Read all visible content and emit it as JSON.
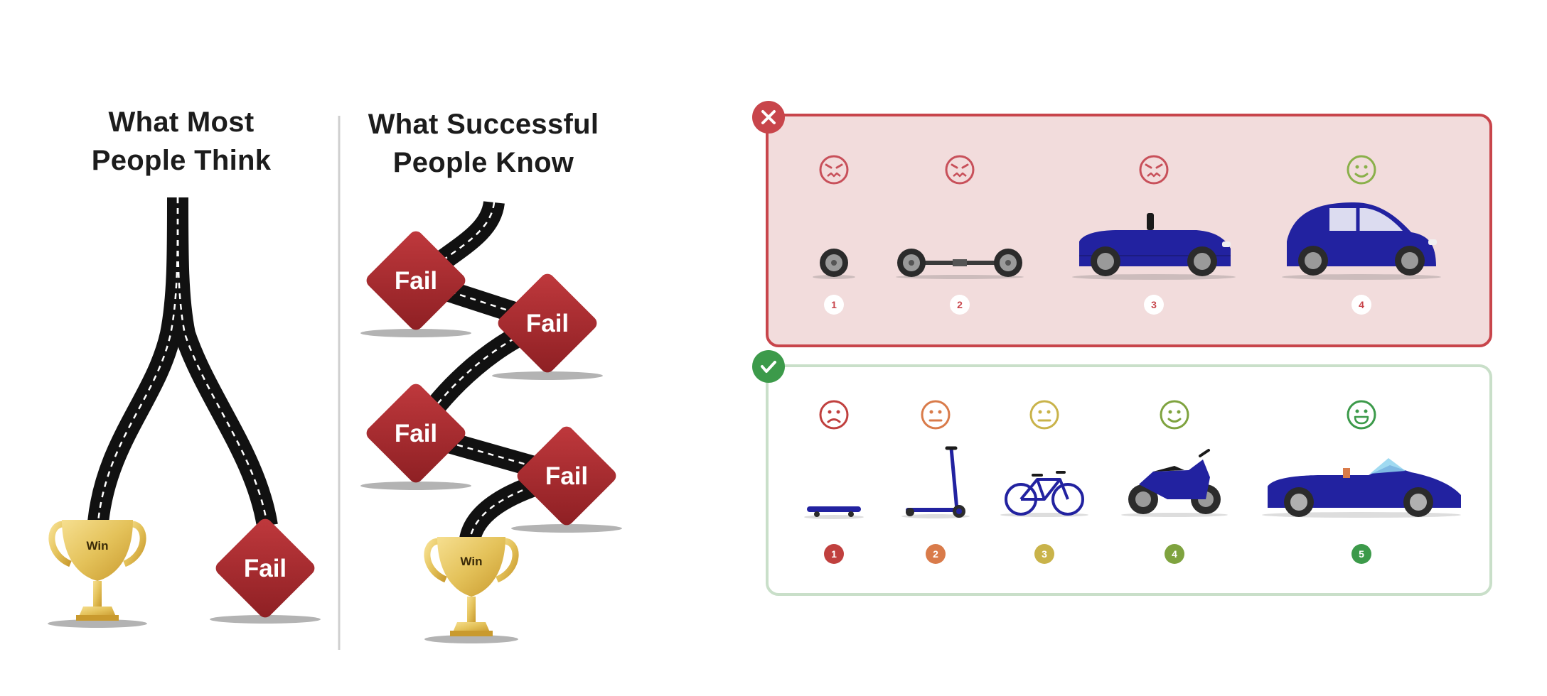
{
  "left_diagram": {
    "column_1": {
      "title_line_1": "What Most",
      "title_line_2": "People Think"
    },
    "column_2": {
      "title_line_1": "What Successful",
      "title_line_2": "People Know"
    },
    "win_label": "Win",
    "fail_label": "Fail"
  },
  "right_diagram": {
    "wrong_panel": {
      "badge": "x-icon",
      "steps": [
        {
          "number": "1",
          "face": "angry-face-icon",
          "vehicle": "wheel-icon",
          "face_color": "#c8505a"
        },
        {
          "number": "2",
          "face": "angry-face-icon",
          "vehicle": "axle-icon",
          "face_color": "#c8505a"
        },
        {
          "number": "3",
          "face": "angry-face-icon",
          "vehicle": "convertible-car-icon",
          "face_color": "#c8505a"
        },
        {
          "number": "4",
          "face": "happy-face-icon",
          "vehicle": "hatchback-car-icon",
          "face_color": "#8ab04a"
        }
      ]
    },
    "right_panel": {
      "badge": "check-icon",
      "steps": [
        {
          "number": "1",
          "face": "sad-face-icon",
          "vehicle": "skateboard-icon",
          "color": "#c0403e"
        },
        {
          "number": "2",
          "face": "neutral-face-icon",
          "vehicle": "scooter-icon",
          "color": "#d97b4a"
        },
        {
          "number": "3",
          "face": "neutral-face-icon",
          "vehicle": "bicycle-icon",
          "color": "#c9b34a"
        },
        {
          "number": "4",
          "face": "smile-face-icon",
          "vehicle": "motorcycle-icon",
          "color": "#7fa33f"
        },
        {
          "number": "5",
          "face": "grin-face-icon",
          "vehicle": "sports-car-icon",
          "color": "#3c9a4a"
        }
      ]
    },
    "colors": {
      "wrong_border": "#c8454b",
      "wrong_fill": "#f2dcdc",
      "right_border": "#c9dfc9",
      "vehicle_blue": "#2222a0",
      "fail_red": "#a5282c",
      "trophy_gold": "#e8c860",
      "road_black": "#111111"
    }
  }
}
